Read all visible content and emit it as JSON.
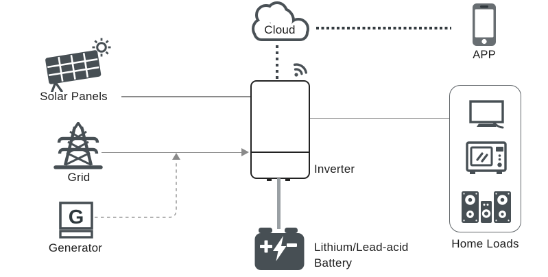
{
  "nodes": {
    "solar_panels": {
      "label": "Solar Panels",
      "icon": "solar-panel-icon"
    },
    "grid": {
      "label": "Grid",
      "icon": "transmission-tower-icon"
    },
    "generator": {
      "label": "Generator",
      "icon": "generator-icon",
      "letter": "G"
    },
    "inverter": {
      "label": "Inverter"
    },
    "cloud": {
      "label": "Cloud",
      "icon": "cloud-icon"
    },
    "app": {
      "label": "APP",
      "icon": "smartphone-icon"
    },
    "battery": {
      "label": [
        "Lithium/Lead-acid",
        "Battery"
      ],
      "icon": "battery-icon"
    },
    "home_loads": {
      "label": "Home Loads",
      "icons": [
        "tv-icon",
        "microwave-icon",
        "speakers-icon"
      ]
    }
  },
  "connections": [
    {
      "from": "solar_panels",
      "to": "inverter",
      "style": "solid"
    },
    {
      "from": "grid",
      "to": "inverter",
      "style": "solid-arrow"
    },
    {
      "from": "generator",
      "to": "grid-line",
      "style": "dashed-arrow"
    },
    {
      "from": "inverter",
      "to": "home_loads",
      "style": "solid"
    },
    {
      "from": "inverter",
      "to": "battery",
      "style": "thick-solid"
    },
    {
      "from": "cloud",
      "to": "inverter",
      "style": "dotted"
    },
    {
      "from": "cloud",
      "to": "app",
      "style": "dotted"
    }
  ],
  "colors": {
    "icon": "#474f54",
    "line": "#8a8a8a",
    "dotted_line": "#3e444a",
    "inverter_border": "#222222",
    "text": "#1d1d1d",
    "background": "#ffffff"
  }
}
